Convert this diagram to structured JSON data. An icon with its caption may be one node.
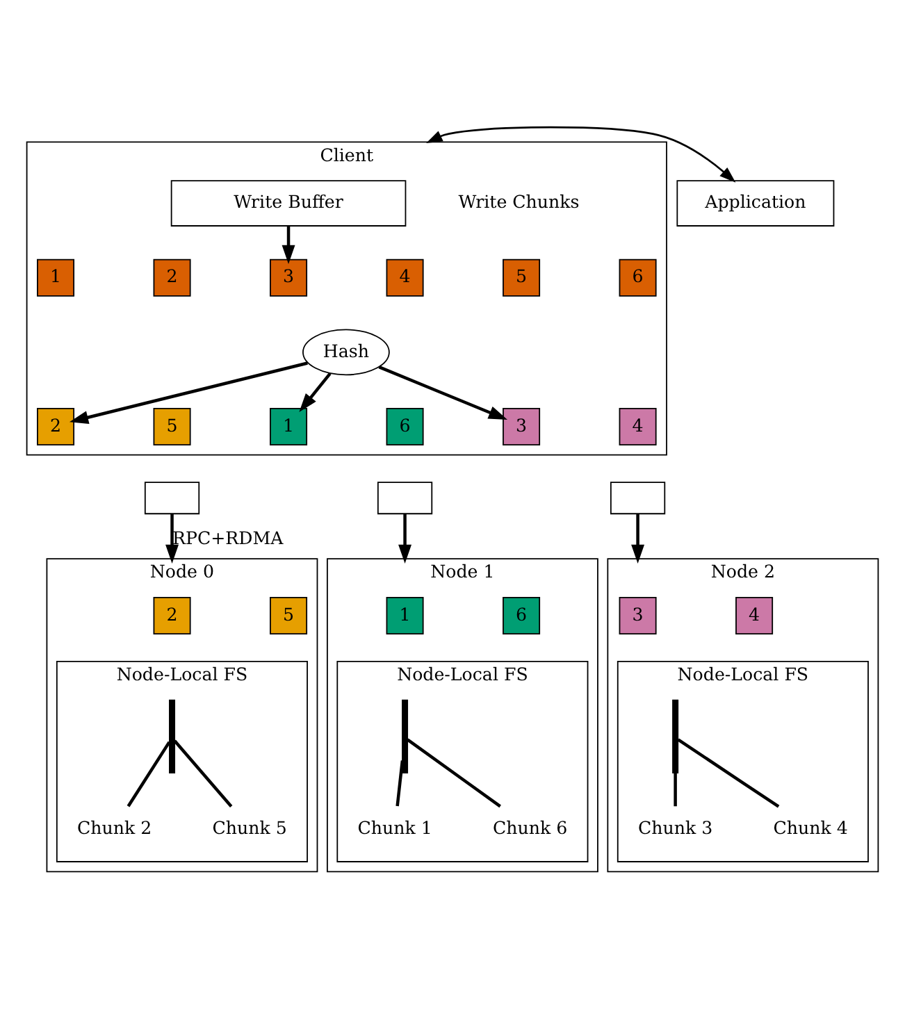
{
  "diagram": {
    "nodes": [
      {
        "text": [
          "Client"
        ]
      },
      {
        "text": [
          "Write Buffer"
        ],
        "in": 0
      },
      {
        "text": [
          "1"
        ],
        "in": 0
      },
      {
        "text": [
          "2"
        ],
        "in": 0
      },
      {
        "text": [
          "3"
        ],
        "in": 0
      },
      {
        "text": [
          "4"
        ],
        "in": 0
      },
      {
        "text": [
          "5"
        ],
        "in": 0
      },
      {
        "text": [
          "6"
        ],
        "in": 0
      },
      {
        "text": [
          "Hash"
        ],
        "in": 0
      },
      {
        "text": [
          "2"
        ],
        "in": 0
      },
      {
        "text": [
          "5"
        ],
        "in": 0
      },
      {
        "text": [
          "1"
        ],
        "in": 0
      },
      {
        "text": [
          "6"
        ],
        "in": 0
      },
      {
        "text": [
          "3"
        ],
        "in": 0
      },
      {
        "text": [
          "4"
        ],
        "in": 0
      },
      {
        "text": [
          "Application"
        ]
      },
      {
        "text": [],
        "shape": "box"
      },
      {
        "text": [],
        "shape": "box"
      },
      {
        "text": [],
        "shape": "box"
      },
      {
        "text": [
          "Node 0"
        ]
      },
      {
        "text": [
          "2"
        ],
        "in": 19
      },
      {
        "text": [
          "5"
        ],
        "in": 19
      },
      {
        "text": [
          "Node-Local FS"
        ],
        "in": 19
      },
      {
        "text": [],
        "shape": "bar",
        "in": 22
      },
      {
        "text": [
          "Chunk 2"
        ],
        "in": 22
      },
      {
        "text": [
          "Chunk 5"
        ],
        "in": 22
      },
      {
        "text": [
          "Node 1"
        ]
      },
      {
        "text": [
          "1"
        ],
        "in": 26
      },
      {
        "text": [
          "6"
        ],
        "in": 26
      },
      {
        "text": [
          "Node-Local FS"
        ],
        "in": 26
      },
      {
        "text": [],
        "shape": "bar",
        "in": 29
      },
      {
        "text": [
          "Chunk 1"
        ],
        "in": 29
      },
      {
        "text": [
          "Chunk 6"
        ],
        "in": 29
      },
      {
        "text": [
          "Node 2"
        ]
      },
      {
        "text": [
          "3"
        ],
        "in": 33
      },
      {
        "text": [
          "4"
        ],
        "in": 33
      },
      {
        "text": [
          "Node-Local FS"
        ],
        "in": 33
      },
      {
        "text": [],
        "shape": "bar",
        "in": 36
      },
      {
        "text": [
          "Chunk 3"
        ],
        "in": 36
      },
      {
        "text": [
          "Chunk 4"
        ],
        "in": 36
      }
    ],
    "edges": [
      {
        "from": 1,
        "to": 4,
        "arrow": "to"
      },
      {
        "from": 8,
        "to": 9,
        "arrow": "to"
      },
      {
        "from": 8,
        "to": 11,
        "arrow": "to"
      },
      {
        "from": 8,
        "to": 13,
        "arrow": "to"
      },
      {
        "from": 0,
        "to": 15,
        "arrow": "both"
      },
      {
        "from": 16,
        "to": 19,
        "arrow": "to",
        "label": "RPC+RDMA"
      },
      {
        "from": 17,
        "to": 26,
        "arrow": "to"
      },
      {
        "from": 18,
        "to": 33,
        "arrow": "to"
      },
      {
        "from": 23,
        "to": 24,
        "arrow": "none"
      },
      {
        "from": 23,
        "to": 25,
        "arrow": "none"
      },
      {
        "from": 30,
        "to": 31,
        "arrow": "none"
      },
      {
        "from": 30,
        "to": 32,
        "arrow": "none"
      },
      {
        "from": 37,
        "to": 38,
        "arrow": "none"
      },
      {
        "from": 37,
        "to": 39,
        "arrow": "none"
      }
    ],
    "labels": [
      "Write Chunks"
    ]
  }
}
